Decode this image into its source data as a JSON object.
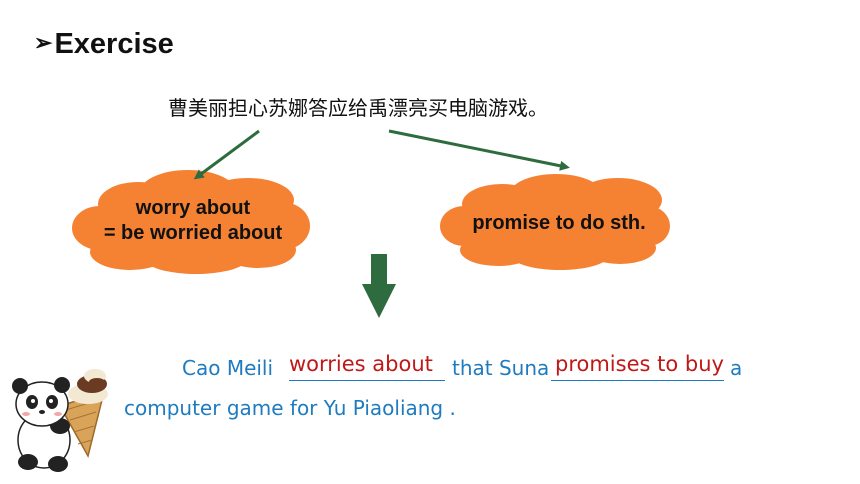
{
  "slide": {
    "marker": "➢",
    "heading": "Exercise",
    "chinese_sentence": "曹美丽担心苏娜答应给禹漂亮买电脑游戏。",
    "cloud_left": {
      "line1": "worry about",
      "line2": "= be worried about"
    },
    "cloud_right": {
      "text": "promise to do sth."
    },
    "sentence": {
      "part1": "Cao Meili",
      "answer1": "worries about",
      "part2": "that Suna",
      "answer2": "promises to buy",
      "part3": "a",
      "line2": "computer game for Yu Piaoliang ."
    }
  },
  "colors": {
    "cloud_fill": "#f58233",
    "arrow_green": "#2e6b3e",
    "sentence_blue": "#1f7bc0",
    "answer_red": "#c01818"
  },
  "images": {
    "mascot": "panda-with-ice-cream-cone"
  }
}
